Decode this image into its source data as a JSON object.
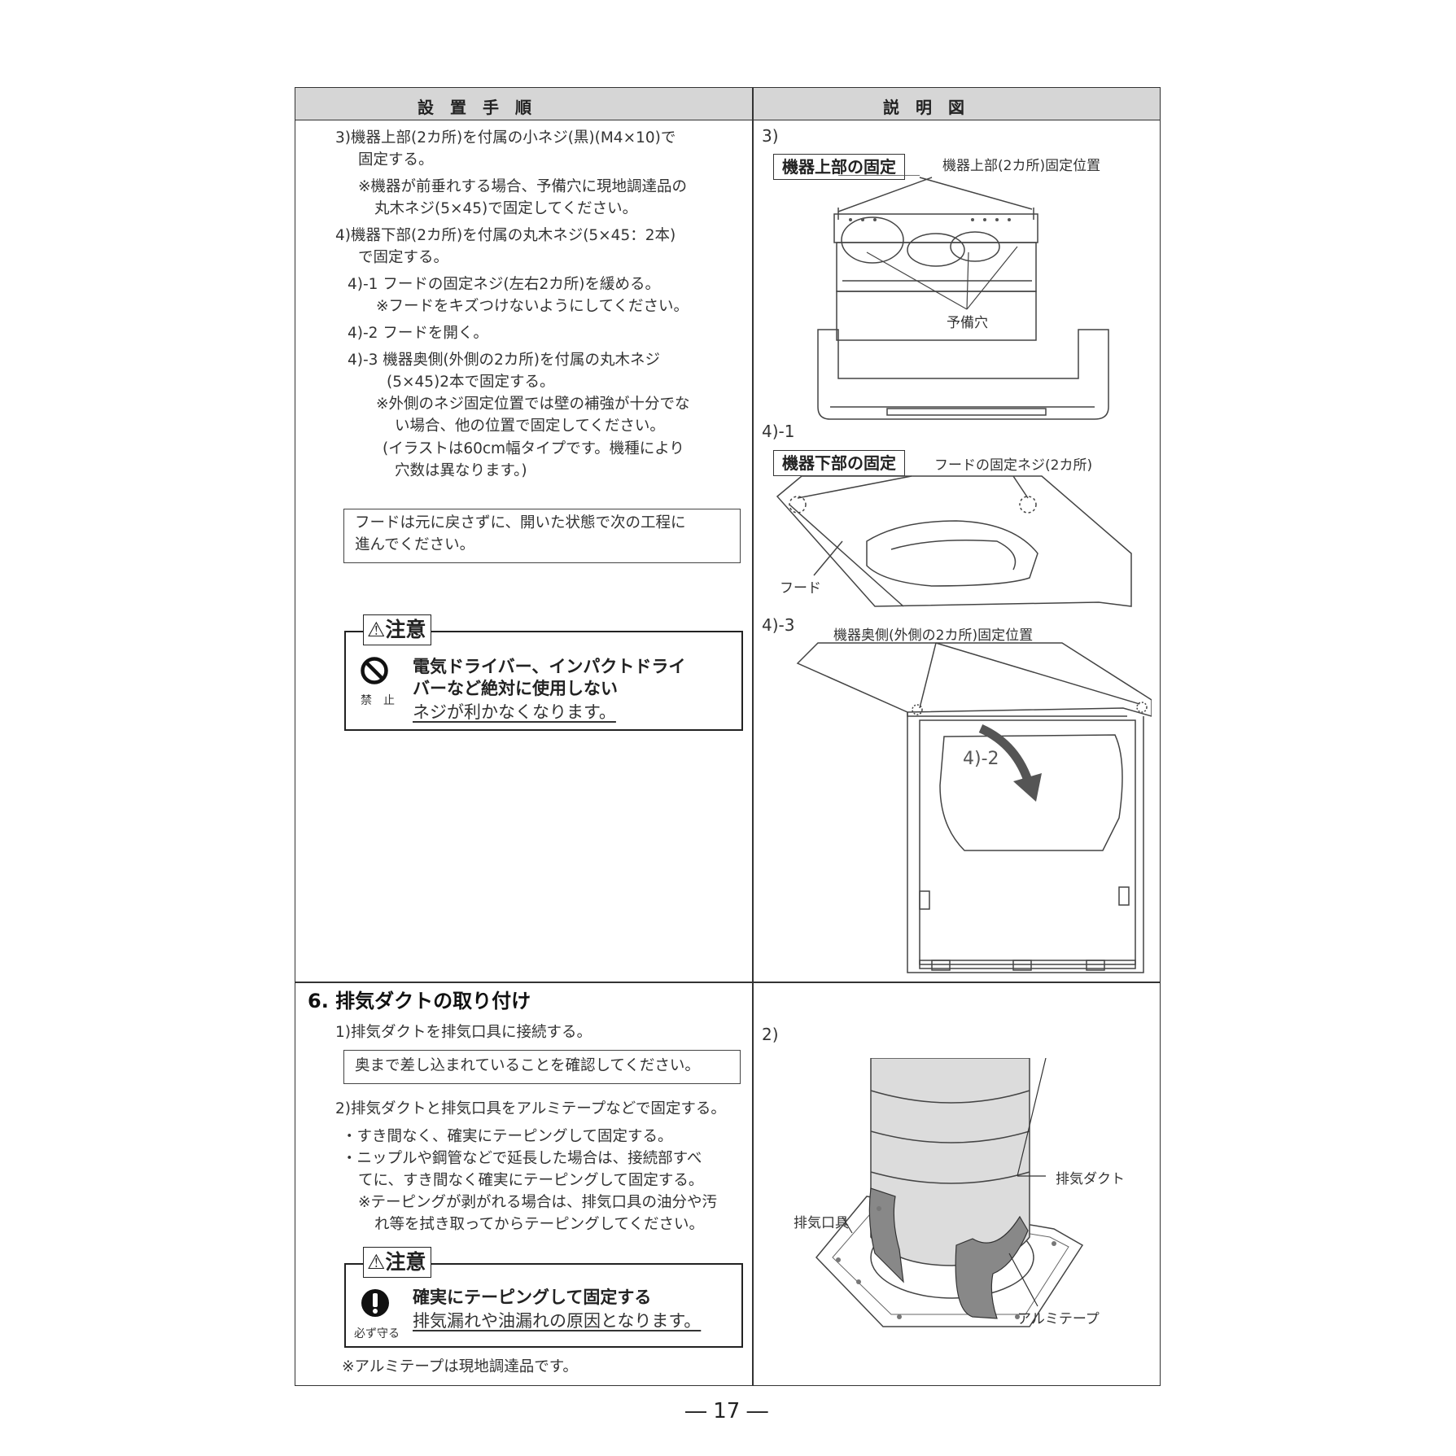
{
  "header": {
    "left_title": "設　置　手　順",
    "right_title": "説　明　図"
  },
  "section1": {
    "lines": [
      "3)機器上部(2カ所)を付属の小ネジ(黒)(M4×10)で",
      "固定する。",
      "※機器が前垂れする場合、予備穴に現地調達品の",
      "丸木ネジ(5×45)で固定してください。",
      "4)機器下部(2カ所)を付属の丸木ネジ(5×45：2本)",
      "で固定する。",
      "4)-1 フードの固定ネジ(左右2カ所)を緩める。",
      "※フードをキズつけないようにしてください。",
      "4)-2 フードを開く。",
      "4)-3 機器奥側(外側の2カ所)を付属の丸木ネジ",
      "(5×45)2本で固定する。",
      "※外側のネジ固定位置では壁の補強が十分でな",
      "い場合、他の位置で固定してください。",
      "(イラストは60cm幅タイプです。機種により",
      "穴数は異なります。)"
    ],
    "note_box": [
      "フードは元に戻さずに、開いた状態で次の工程に",
      "進んでください。"
    ],
    "caution": {
      "tag": "⚠注意",
      "icon_caption": "禁　止",
      "line1": "電気ドライバー、インパクトドライ",
      "line2": "バーなど絶対に使用しない",
      "line3": "ネジが利かなくなります。"
    }
  },
  "figures": {
    "step3": "3)",
    "label_top": "機器上部の固定",
    "top_position": "機器上部(2カ所)固定位置",
    "spare_holes": "予備穴",
    "step4_1": "4)-1",
    "label_bottom": "機器下部の固定",
    "hood_screws": "フードの固定ネジ(2カ所)",
    "hood": "フード",
    "step4_3": "4)-3",
    "back_position": "機器奥側(外側の2カ所)固定位置",
    "step4_2": "4)-2",
    "step2": "2)",
    "duct": "排気ダクト",
    "outlet": "排気口具",
    "tape": "アルミテープ"
  },
  "section2": {
    "title": "6. 排気ダクトの取り付け",
    "step1": "1)排気ダクトを排気口具に接続する。",
    "box": "奥まで差し込まれていることを確認してください。",
    "step2": "2)排気ダクトと排気口具をアルミテープなどで固定する。",
    "bullets": [
      "・すき間なく、確実にテーピングして固定する。",
      "・ニップルや鋼管などで延長した場合は、接続部すべ",
      "てに、すき間なく確実にテーピングして固定する。",
      "※テーピングが剥がれる場合は、排気口具の油分や汚",
      "れ等を拭き取ってからテーピングしてください。"
    ],
    "caution": {
      "tag": "⚠注意",
      "icon_caption": "必ず守る",
      "line1": "確実にテーピングして固定する",
      "line2": "排気漏れや油漏れの原因となります。"
    },
    "footnote": "※アルミテープは現地調達品です。"
  },
  "page_number": "― 17 ―"
}
